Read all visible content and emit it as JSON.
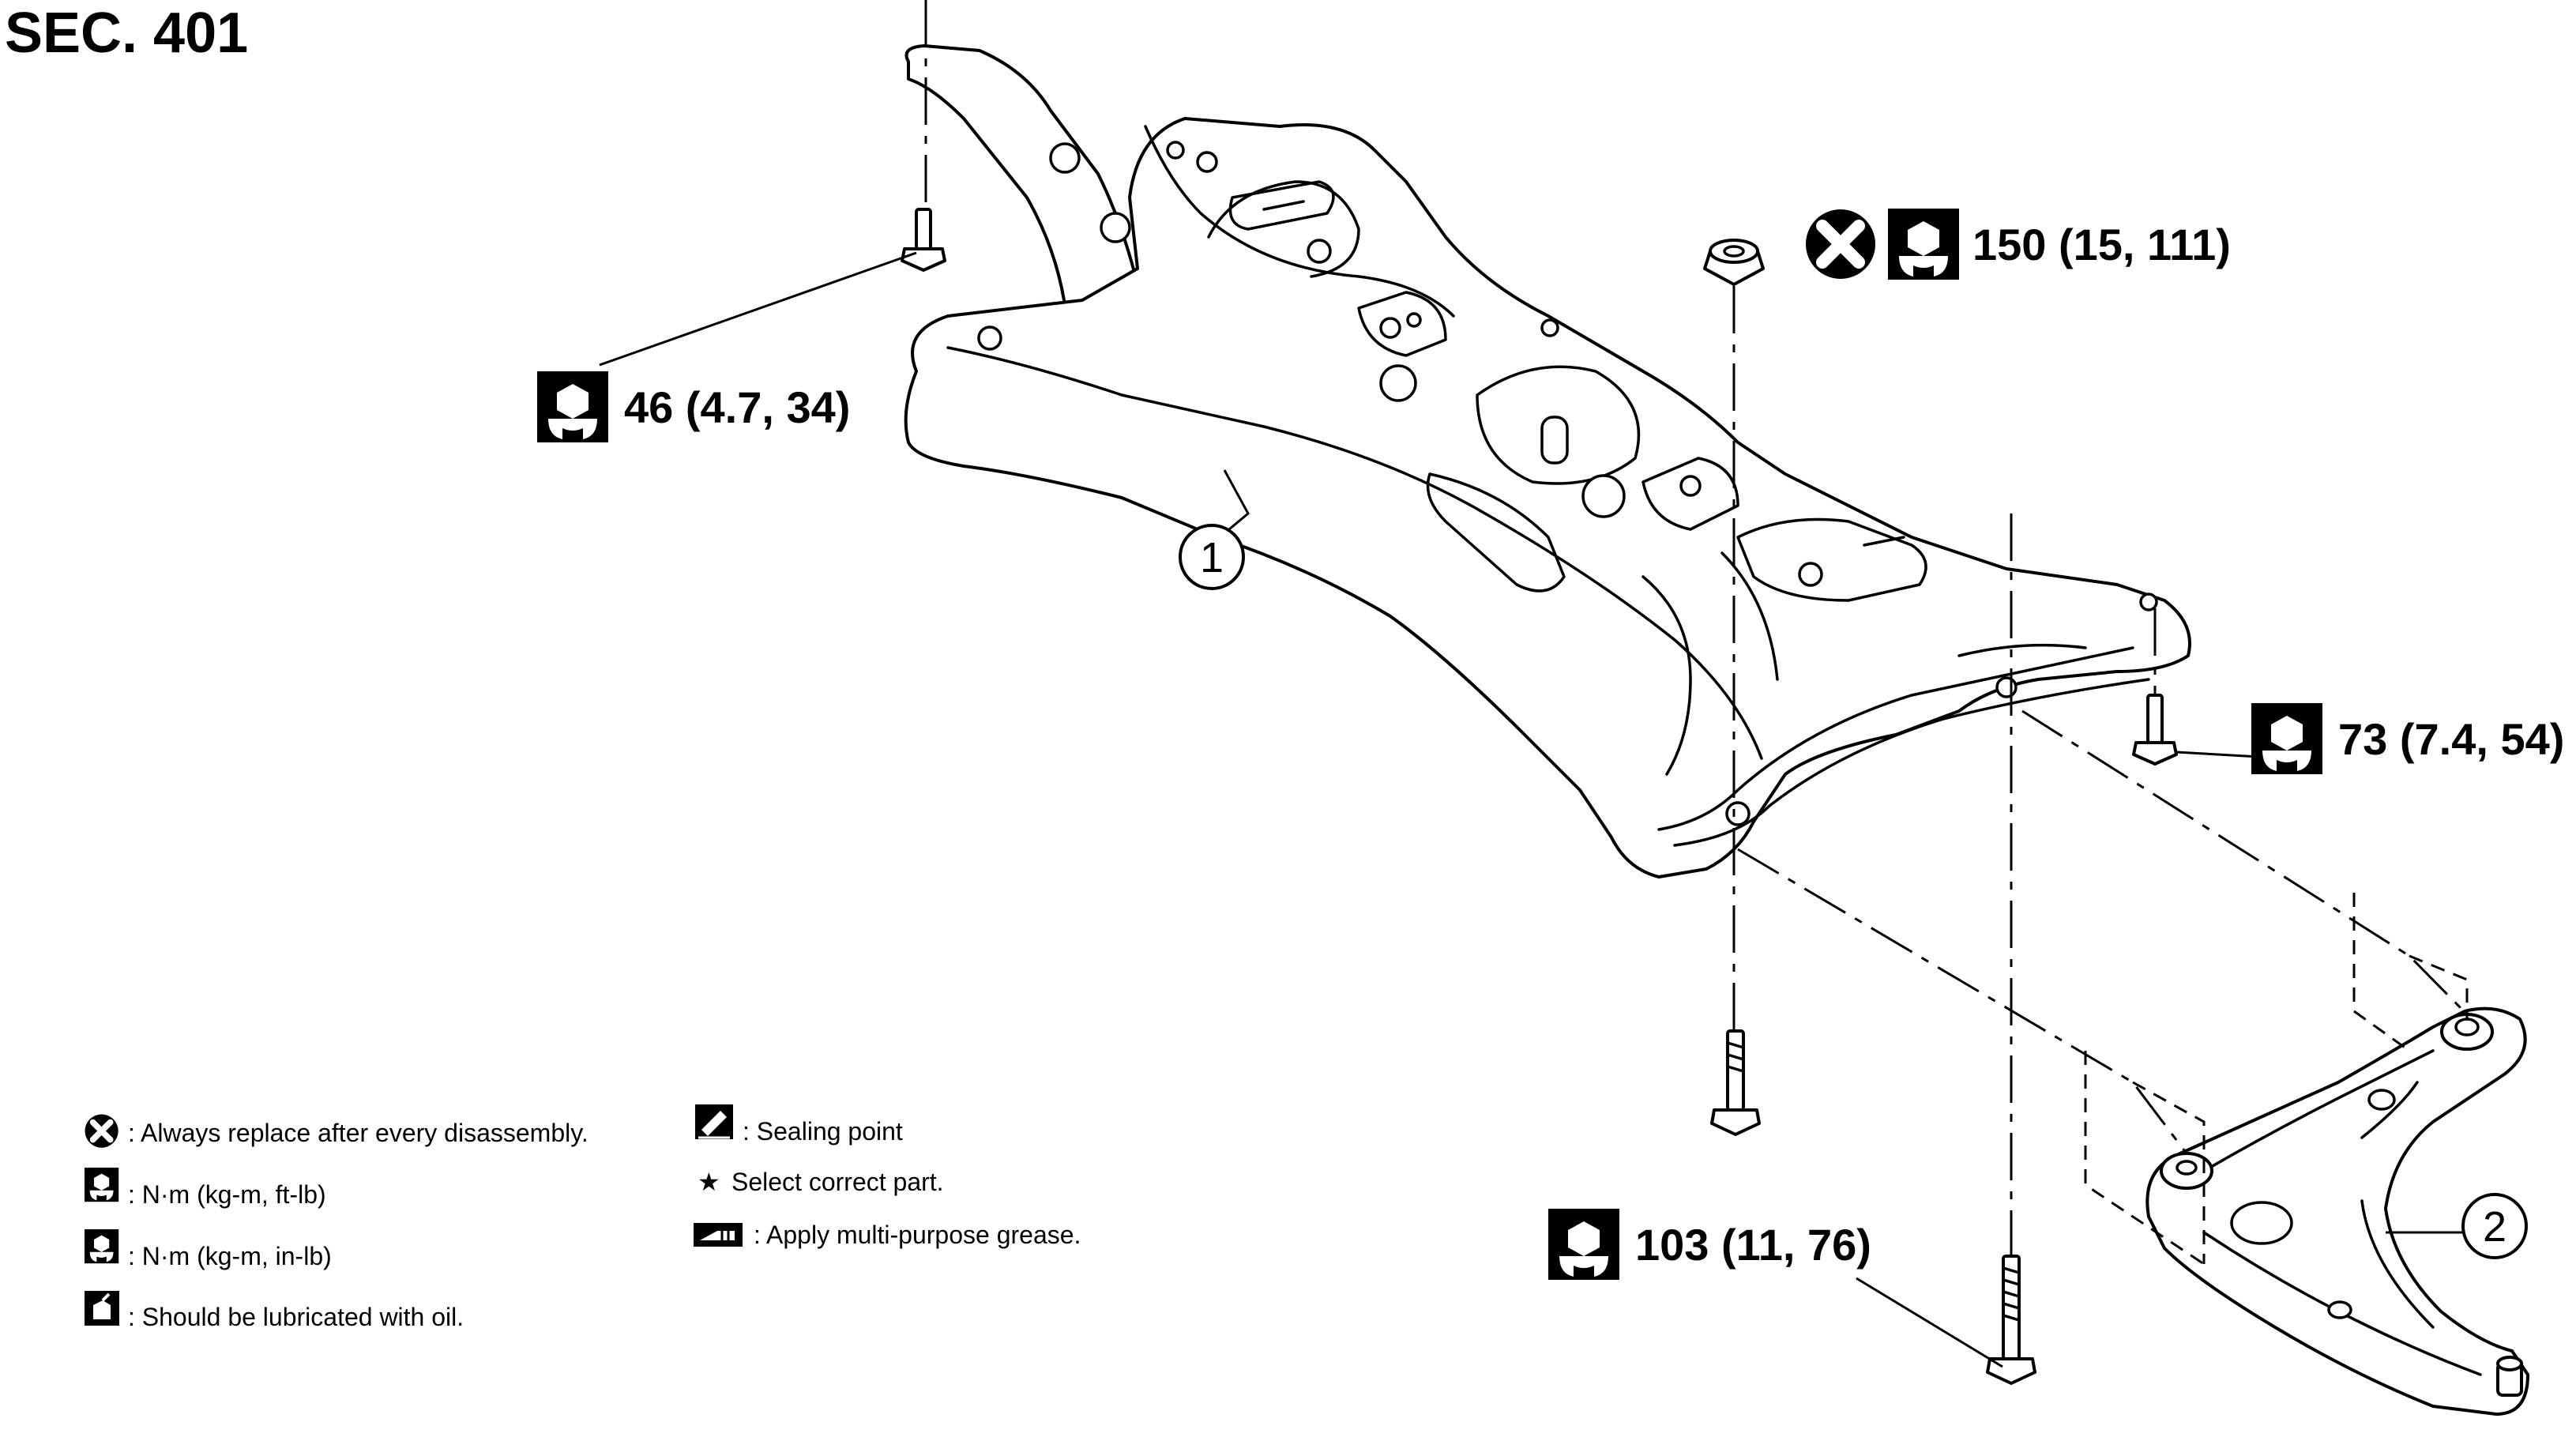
{
  "section": "SEC. 401",
  "parts": [
    {
      "id": "1"
    },
    {
      "id": "2"
    }
  ],
  "torque_labels": [
    {
      "id": "subframe-rear-bolt",
      "value": "46 (4.7, 34)",
      "icon": "torque-wrench-icon"
    },
    {
      "id": "subframe-nut",
      "value": "150 (15, 111)",
      "icon": "torque-wrench-icon",
      "replace_icon": "always-replace-icon"
    },
    {
      "id": "side-bolt",
      "value": "73 (7.4, 54)",
      "icon": "torque-wrench-icon"
    },
    {
      "id": "front-bolt",
      "value": "103 (11, 76)",
      "icon": "torque-wrench-icon"
    }
  ],
  "legend": {
    "col1": [
      {
        "icon": "always-replace-icon",
        "text": ": Always replace after every disassembly."
      },
      {
        "icon": "torque-wrench-icon",
        "text": ": N·m (kg-m, ft-lb)"
      },
      {
        "icon": "torque-wrench-small-icon",
        "text": ": N·m (kg-m, in-lb)"
      },
      {
        "icon": "oil-can-icon",
        "text": ": Should be lubricated with oil."
      }
    ],
    "col2": [
      {
        "icon": "sealing-point-icon",
        "text": ": Sealing point"
      },
      {
        "icon": "star-icon",
        "text": "Select correct part."
      },
      {
        "icon": "grease-icon",
        "text": ": Apply multi-purpose grease."
      }
    ]
  }
}
